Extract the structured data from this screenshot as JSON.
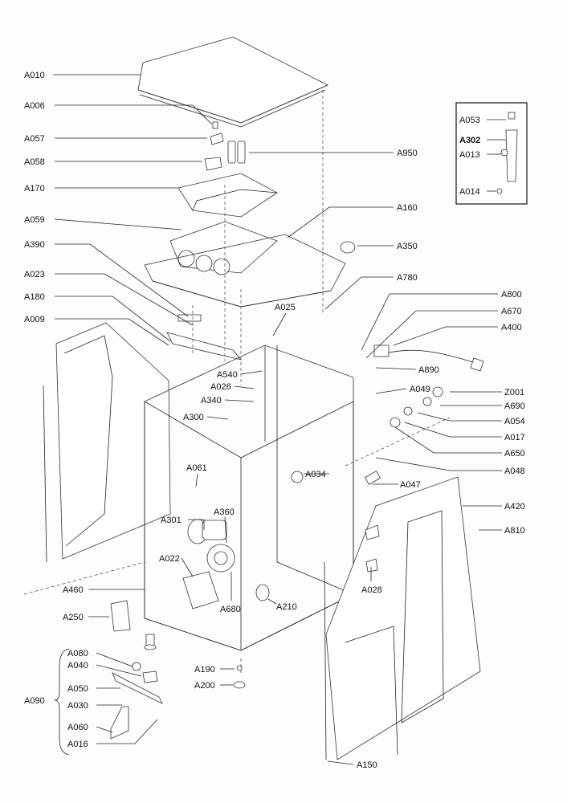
{
  "labels": {
    "A010": "A010",
    "A006": "A006",
    "A057": "A057",
    "A058": "A058",
    "A950": "A950",
    "A170": "A170",
    "A160": "A160",
    "A059": "A059",
    "A350": "A350",
    "A390": "A390",
    "A023": "A023",
    "A780": "A780",
    "A180": "A180",
    "A025": "A025",
    "A800": "A800",
    "A670": "A670",
    "A009": "A009",
    "A400": "A400",
    "A890": "A890",
    "A540": "A540",
    "A026": "A026",
    "A049": "A049",
    "Z001": "Z001",
    "A340": "A340",
    "A690": "A690",
    "A300": "A300",
    "A054": "A054",
    "A017": "A017",
    "A650": "A650",
    "A061": "A061",
    "A048": "A048",
    "A034": "A034",
    "A047": "A047",
    "A420": "A420",
    "A360": "A360",
    "A301": "A301",
    "A810": "A810",
    "A022": "A022",
    "A460": "A460",
    "A028": "A028",
    "A680": "A680",
    "A210": "A210",
    "A250": "A250",
    "A080": "A080",
    "A040": "A040",
    "A190": "A190",
    "A090": "A090",
    "A050": "A050",
    "A200": "A200",
    "A030": "A030",
    "A060": "A060",
    "A016": "A016",
    "A150": "A150",
    "A053": "A053",
    "A302": "A302",
    "A013": "A013",
    "A014": "A014"
  }
}
